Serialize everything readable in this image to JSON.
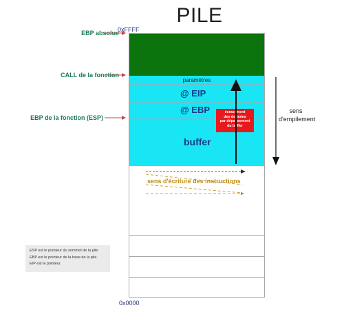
{
  "title": "PILE",
  "addresses": {
    "top": "0xFFFF",
    "bottom": "0x0000"
  },
  "side_labels": {
    "ebp_absolue": "EBP absolue",
    "call": "CALL de la fonction",
    "ebp_fonction": "EBP de la fonction (ESP)"
  },
  "segments": {
    "parametres": "paramètres",
    "eip": "@ EIP",
    "ebp": "@ EBP",
    "buffer": "buffer"
  },
  "overflow_note": {
    "line1": "écrasement",
    "line2": "des données",
    "line3": "par dépassement",
    "line4": "du buffer"
  },
  "stack_direction": {
    "line1": "sens",
    "line2": "d'empilement"
  },
  "write_direction": "sens d'écriture des instructions",
  "legend": {
    "line1": "ESP est le pointeur du sommet de la pile.",
    "line2": "EBP est le pointeur de la base de la pile.",
    "line3": "EIP est le pointeur."
  },
  "colors": {
    "top_region": "#0c740d",
    "frame_region": "#19e6f4",
    "label_green": "#1a7a55",
    "overflow_box": "#e8191d",
    "label_arrow": "#c8434a",
    "write_arrow": "#c08a12"
  }
}
